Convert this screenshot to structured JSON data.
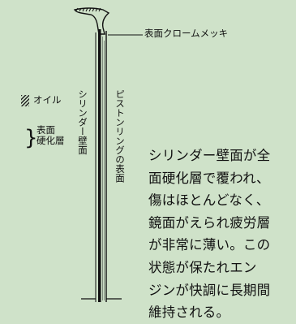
{
  "labels": {
    "chrome_callout": "表面クロームメッキ",
    "cylinder_wall": "シリンダー壁面",
    "piston_ring_surface": "ピストンリングの表面"
  },
  "legend": {
    "oil_label": "オイル",
    "surface_label_line1": "表面",
    "surface_label_line2": "硬化層",
    "brace": "}"
  },
  "description": {
    "lines": [
      "シリンダー壁面が全",
      "面硬化層で覆われ、",
      "傷はほとんどなく、",
      "鏡面がえられ疲労層",
      "が非常に薄い。この",
      "状態が保たれエン",
      "ジンが快調に長期間",
      "維持される。"
    ]
  },
  "colors": {
    "background": "#cfe2c9",
    "ink": "#111111"
  }
}
